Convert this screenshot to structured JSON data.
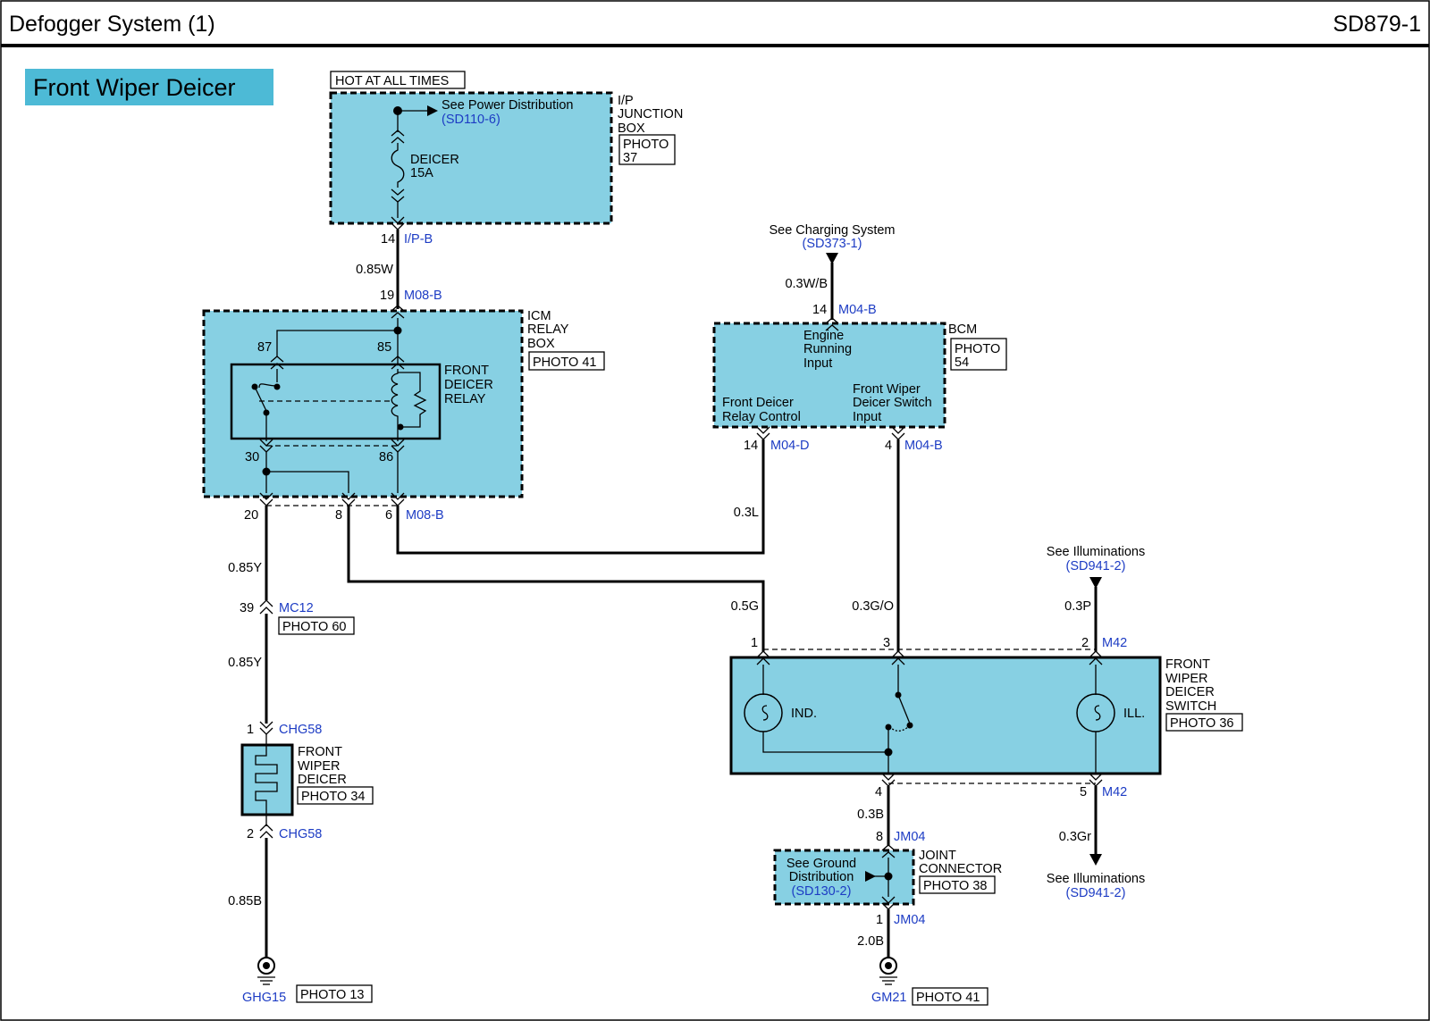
{
  "header": {
    "title": "Defogger System (1)",
    "code": "SD879-1"
  },
  "section_title": "Front Wiper Deicer",
  "ip_box": {
    "hot_label": "HOT AT ALL TIMES",
    "see_text": "See Power Distribution",
    "see_ref": "(SD110-6)",
    "fuse_name": "DEICER",
    "fuse_rating": "15A",
    "name_l1": "I/P",
    "name_l2": "JUNCTION",
    "name_l3": "BOX",
    "photo_l1": "PHOTO",
    "photo_l2": "37",
    "pin": "14",
    "conn": "I/P-B"
  },
  "wire_085w": "0.85W",
  "icm_box": {
    "in_pin": "19",
    "in_conn": "M08-B",
    "name_l1": "ICM",
    "name_l2": "RELAY",
    "name_l3": "BOX",
    "photo": "PHOTO 41",
    "relay_l1": "FRONT",
    "relay_l2": "DEICER",
    "relay_l3": "RELAY",
    "t87": "87",
    "t85": "85",
    "t30": "30",
    "t86": "86",
    "out_pin1": "20",
    "out_pin2": "8",
    "out_pin3": "6",
    "out_conn": "M08-B"
  },
  "charging": {
    "see_text": "See Charging System",
    "see_ref": "(SD373-1)",
    "wire": "0.3W/B",
    "pin": "14",
    "conn": "M04-B"
  },
  "bcm": {
    "name": "BCM",
    "photo_l1": "PHOTO",
    "photo_l2": "54",
    "engine_l1": "Engine",
    "engine_l2": "Running",
    "engine_l3": "Input",
    "relay_l1": "Front Deicer",
    "relay_l2": "Relay Control",
    "switch_l1": "Front Wiper",
    "switch_l2": "Deicer Switch",
    "switch_l3": "Input",
    "pin_a": "14",
    "conn_a": "M04-D",
    "pin_b": "4",
    "conn_b": "M04-B"
  },
  "wires": {
    "w03l": "0.3L",
    "w085y_a": "0.85Y",
    "w085y_b": "0.85Y",
    "w05g": "0.5G",
    "w03go": "0.3G/O",
    "w03p": "0.3P",
    "w03b": "0.3B",
    "w03gr": "0.3Gr",
    "w085b": "0.85B",
    "w20b": "2.0B"
  },
  "mc12": {
    "pin": "39",
    "conn": "MC12",
    "photo": "PHOTO 60"
  },
  "deicer": {
    "top_pin": "1",
    "top_conn": "CHG58",
    "name_l1": "FRONT",
    "name_l2": "WIPER",
    "name_l3": "DEICER",
    "photo": "PHOTO 34",
    "bot_pin": "2",
    "bot_conn": "CHG58"
  },
  "illum_top": {
    "see_text": "See Illuminations",
    "see_ref": "(SD941-2)"
  },
  "switch": {
    "pin1": "1",
    "pin3": "3",
    "pin2": "2",
    "conn_top": "M42",
    "ind": "IND.",
    "ill": "ILL.",
    "name_l1": "FRONT",
    "name_l2": "WIPER",
    "name_l3": "DEICER",
    "name_l4": "SWITCH",
    "photo": "PHOTO 36",
    "pin4": "4",
    "pin5": "5",
    "conn_bot": "M42"
  },
  "joint": {
    "top_pin": "8",
    "top_conn": "JM04",
    "name_l1": "JOINT",
    "name_l2": "CONNECTOR",
    "photo": "PHOTO 38",
    "see_l1": "See Ground",
    "see_l2": "Distribution",
    "see_ref": "(SD130-2)",
    "bot_pin": "1",
    "bot_conn": "JM04"
  },
  "illum_bot": {
    "see_text": "See Illuminations",
    "see_ref": "(SD941-2)"
  },
  "ground1": {
    "name": "GHG15",
    "photo": "PHOTO 13"
  },
  "ground2": {
    "name": "GM21",
    "photo": "PHOTO 41"
  }
}
